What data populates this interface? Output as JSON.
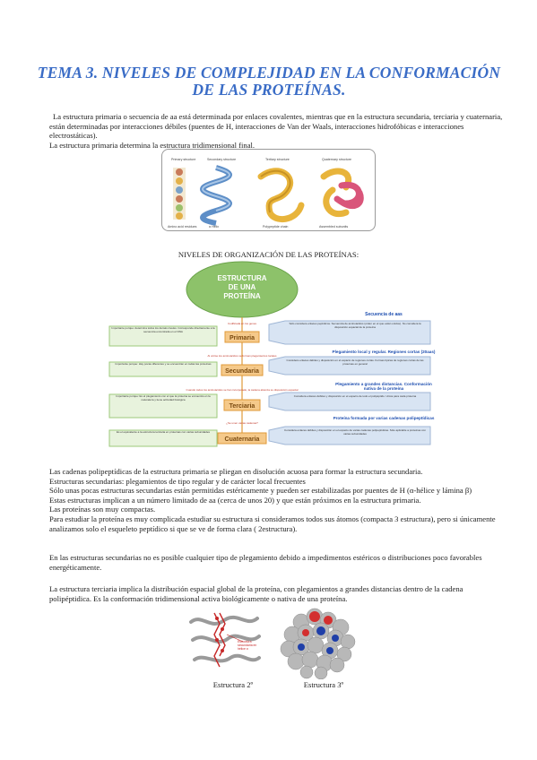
{
  "title": "TEMA 3. NIVELES DE COMPLEJIDAD EN LA CONFORMACIÓN DE LAS PROTEÍNAS.",
  "intro": [
    "La estructura primaria o secuencia de aa está determinada por enlaces covalentes, mientras que en la estructura secundaria, terciaria y cuaternaria, están determinadas por interacciones débiles (puentes de H, interacciones de Van der Waals, interacciones hidrofóbicas e interacciones electrostáticas).",
    "La estructura primaria determina la estructura tridimensional final."
  ],
  "figure1": {
    "labels": [
      "Primary structure",
      "Secondary structure",
      "Tertiary structure",
      "Quaternary structure"
    ],
    "sublabels": [
      "Amino acid residues",
      "α Helix",
      "Polypeptide chain",
      "Assembled subunits"
    ]
  },
  "diagram": {
    "caption": "NIVELES DE ORGANIZACIÓN DE LAS PROTEÍNAS:",
    "center": "ESTRUCTURA DE UNA PROTEÍNA",
    "levels": [
      "Primaria",
      "Secundaria",
      "Terciaria",
      "Cuaternaria"
    ],
    "right_headers": [
      "Secuencia de aas",
      "Plegamiento local y regular. Regiones cortas (20aas)",
      "Plegamiento a grandes distancias. Conformación nativa de la proteína",
      "Proteína formada por varias cadenas polipeptídicas"
    ],
    "right_texts": [
      "Sólo considera enlaces peptídicos. Secuencia de aminoácidos (orden en el que están unidos). No considera la disposición espacial de la proteína",
      "Considera enlaces débiles y disposición en el espacio de regiones cortas. Formas típicas de regiones cortas de las proteínas en general",
      "Considera enlaces débiles y disposición en el espacio de todo el polipéptido. Única para cada proteína",
      "Considera enlaces débiles y disposición en el espacio de varias cadenas polipeptídicas. Sólo aplicable a proteínas con varias subunidades"
    ],
    "left_texts": [
      "Importante porque: determina todos los demás niveles. Corresponde directamente a la secuencia encontrada en el DNA",
      "Importante porque: Hay pocas diferentes y se encuentran en todas las proteínas",
      "Importante porque: Es el plegamiento con el que la proteína se encuentra en la naturaleza y tiene actividad biológica",
      "Es el equivalente a la estructura terciaria en proteínas con varias subunidades"
    ],
    "connectors": [
      "Codificada en los genes",
      "Al unirse los aminoácidos se forman plegamientos locales",
      "Cuando todos los aminoácidos se han incorporado, la cadena alcanza su disposición espacial",
      "¿Se unen varias cadenas?"
    ]
  },
  "body": [
    "Las cadenas polipeptídicas de la estructura primaria se pliegan en disolución acuosa para formar la estructura secundaria.",
    "Estructuras secundarias: plegamientos de tipo regular y de carácter local frecuentes",
    "Sólo unas pocas estructuras secundarias están permitidas estéricamente y pueden ser estabilizadas por puentes de H (α-hélice y lámina β)",
    "Estas estructuras implican a un número limitado de aa (cerca de unos 20) y que están próximos en la estructura primaria.",
    "Las proteínas son muy compactas.",
    "Para estudiar la proteína es muy complicada estudiar su estructura si consideramos todos sus átomos (compacta 3 estructura), pero si únicamente analizamos solo el esqueleto peptídico si que se ve de forma clara ( 2estructura)."
  ],
  "para2": "En las estructuras secundarias no es posible cualquier tipo de plegamiento debido a impedimentos estéricos o distribuciones poco favorables energéticamente.",
  "para3": "La estructura terciaria implica la distribución espacial global de la proteína, con plegamientos a grandes distancias dentro de la cadena polipéptidica. Es la conformación tridimensional activa biológicamente o nativa de una proteína.",
  "figure2": {
    "captions": [
      "Estructura 2º",
      "Estructura 3º"
    ],
    "inner_label": "Estructura secundaria en hélice α"
  }
}
